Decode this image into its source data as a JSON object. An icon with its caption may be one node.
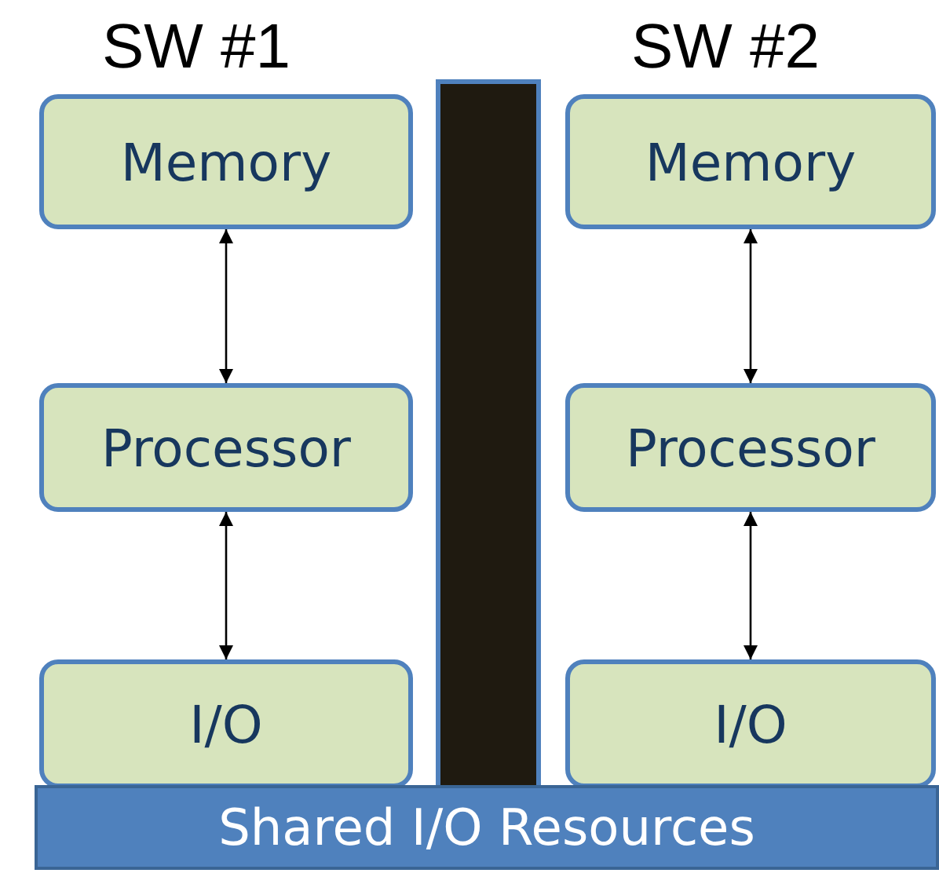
{
  "diagram": {
    "nodes": [
      {
        "text": [
          "Memory"
        ]
      },
      {
        "text": [
          "Processor"
        ]
      },
      {
        "text": [
          "I/O"
        ]
      },
      {
        "text": [
          "Memory"
        ]
      },
      {
        "text": [
          "Processor"
        ]
      },
      {
        "text": [
          "I/O"
        ]
      },
      {
        "text": [
          "Shared I/O Resources"
        ]
      }
    ],
    "edges": [
      {
        "from": 0,
        "to": 1,
        "arrow": "both"
      },
      {
        "from": 1,
        "to": 2,
        "arrow": "both"
      },
      {
        "from": 3,
        "to": 4,
        "arrow": "both"
      },
      {
        "from": 4,
        "to": 5,
        "arrow": "both"
      }
    ],
    "labels": [
      "SW #1",
      "SW #2"
    ]
  }
}
